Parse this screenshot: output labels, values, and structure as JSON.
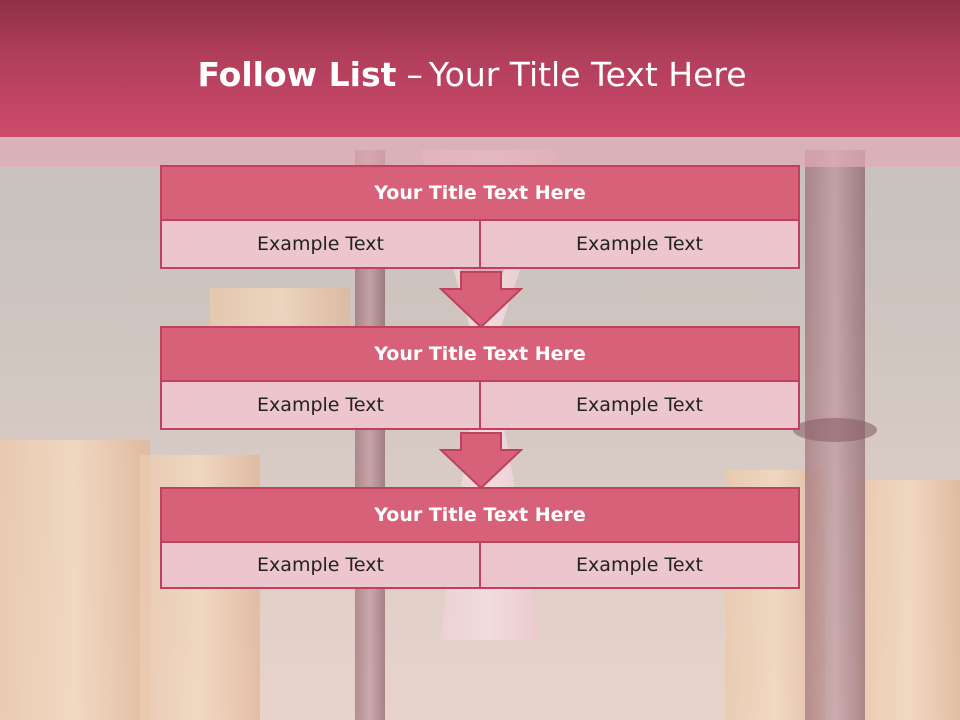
{
  "slide": {
    "title_bold": "Follow List",
    "title_separator": "–",
    "title_rest": "Your Title Text Here"
  },
  "list": [
    {
      "title": "Your Title Text Here",
      "left": "Example Text",
      "right": "Example Text"
    },
    {
      "title": "Your Title Text Here",
      "left": "Example Text",
      "right": "Example Text"
    },
    {
      "title": "Your Title Text Here",
      "left": "Example Text",
      "right": "Example Text"
    }
  ],
  "colors": {
    "header": "#cd4b6c",
    "block_title": "#d8617a",
    "block_cell": "#edc5cd",
    "border": "#c0405e"
  }
}
